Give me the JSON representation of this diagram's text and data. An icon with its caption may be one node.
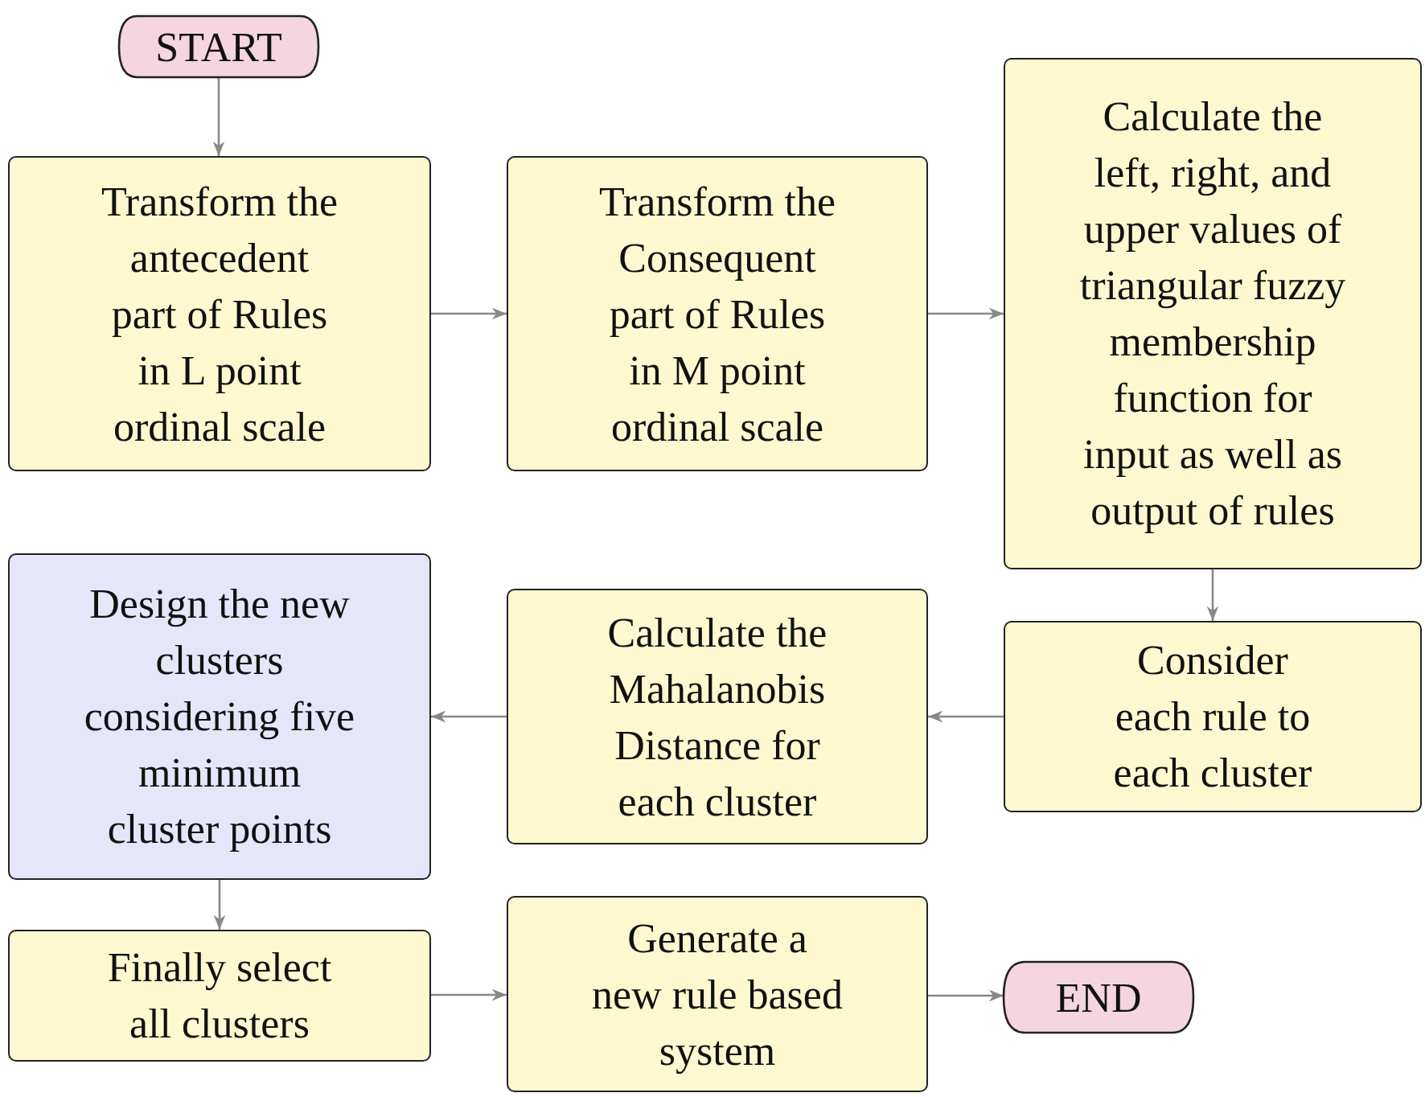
{
  "diagram": {
    "nodes": [
      {
        "text": [
          "START"
        ]
      },
      {
        "text": [
          "Transform the antecedent part of Rules in L point ordinal scale"
        ]
      },
      {
        "text": [
          "Transform the Consequent part of Rules in M point ordinal scale"
        ]
      },
      {
        "text": [
          "Calculate the left, right, and upper values of triangular fuzzy membership function for input as well as output of rules"
        ]
      },
      {
        "text": [
          "Consider each rule to each cluster"
        ]
      },
      {
        "text": [
          "Calculate the Mahalanobis Distance for each cluster"
        ]
      },
      {
        "text": [
          "Design the new clusters considering five minimum cluster points"
        ]
      },
      {
        "text": [
          "Finally select all clusters"
        ]
      },
      {
        "text": [
          "Generate a new rule based system"
        ]
      },
      {
        "text": [
          "END"
        ]
      }
    ],
    "edges": [
      {
        "from": 0,
        "to": 1,
        "arrow": "to"
      },
      {
        "from": 1,
        "to": 2,
        "arrow": "to"
      },
      {
        "from": 2,
        "to": 3,
        "arrow": "to"
      },
      {
        "from": 3,
        "to": 4,
        "arrow": "to"
      },
      {
        "from": 4,
        "to": 5,
        "arrow": "to"
      },
      {
        "from": 5,
        "to": 6,
        "arrow": "to"
      },
      {
        "from": 6,
        "to": 7,
        "arrow": "to"
      },
      {
        "from": 7,
        "to": 8,
        "arrow": "to"
      },
      {
        "from": 8,
        "to": 9,
        "arrow": "to"
      }
    ]
  }
}
